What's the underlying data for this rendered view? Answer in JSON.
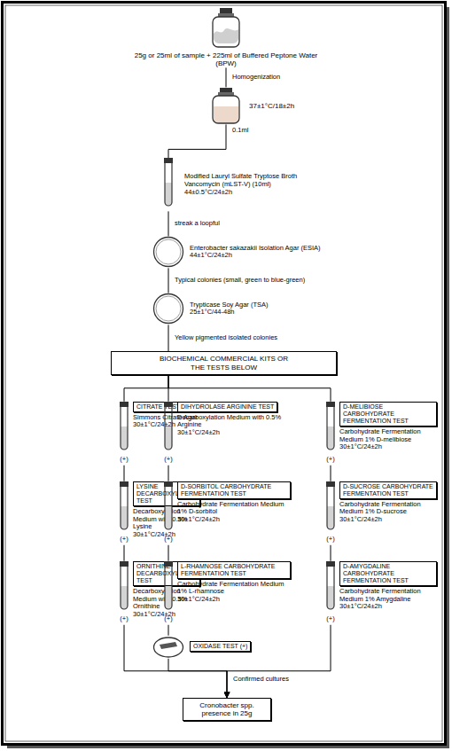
{
  "diagram": {
    "nodes": [
      {
        "text": [
          "25g or 25ml of sample + 225ml of Buffered Peptone Water (BPW)"
        ]
      },
      {
        "text": [
          "37±1°C/18±2h"
        ]
      },
      {
        "text": [
          "Modified Lauryl Sulfate Tryptose Broth Vancomycin (mLST-V) (10ml)",
          "44±0.5°C/24±2h"
        ]
      },
      {
        "text": [
          "Enterobacter sakazakii Isolation Agar (ESIA)",
          "44±1°C/24±2h"
        ]
      },
      {
        "text": [
          "Trypticase Soy Agar (TSA)",
          "25±1°C/44-48h"
        ]
      },
      {
        "text": [
          "BIOCHEMICAL COMMERCIAL KITS OR THE TESTS BELOW"
        ]
      },
      {
        "text": [
          "CITRATE TEST",
          "Simmons Citrate Agar",
          "30±1°C/24±2h",
          "(+)"
        ]
      },
      {
        "text": [
          "LYSINE DECARBOXYLASE TEST",
          "Decarboxylation Medium with 0.5% Lysine",
          "30±1°C/24±2h",
          "(+)"
        ]
      },
      {
        "text": [
          "ORNITHINE DECARBOXYLASE TEST",
          "Decarboxylation Medium with 0.5% Ornithine",
          "30±1°C/24±2h",
          "(+)"
        ]
      },
      {
        "text": [
          "DIHYDROLASE ARGININE TEST",
          "Decarboxylation Medium with 0.5% Arginine",
          "30±1°C/24±2h",
          "(+)"
        ]
      },
      {
        "text": [
          "D-SORBITOL CARBOHYDRATE FERMENTATION TEST",
          "Carbohydrate Fermentation Medium 1% D-sorbitol",
          "30±1°C/24±2h",
          "(+)"
        ]
      },
      {
        "text": [
          "L-RHAMNOSE CARBOHYDRATE FERMENTATION TEST",
          "Carbohydrate Fermentation Medium 1% L-rhamnose",
          "30±1°C/24±2h",
          "(+)"
        ]
      },
      {
        "text": [
          "D-MELIBIOSE CARBOHYDRATE FERMENTATION TEST",
          "Carbohydrate Fermentation Medium 1% D-melibiose",
          "30±1°C/24±2h",
          "(+)"
        ]
      },
      {
        "text": [
          "D-SUCROSE CARBOHYDRATE FERMENTATION TEST",
          "Carbohydrate Fermentation Medium 1% D-sucrose",
          "30±1°C/24±2h",
          "(+)"
        ]
      },
      {
        "text": [
          "D-AMYGDALINE CARBOHYDRATE FERMENTATION TEST",
          "Carbohydrate Fermentation Medium 1% Amygdaline",
          "30±1°C/24±2h",
          "(+)"
        ]
      },
      {
        "text": [
          "OXIDASE TEST (+)"
        ]
      },
      {
        "text": [
          "Cronobacter spp. presence in 25g"
        ]
      }
    ],
    "edges": [
      {
        "from": 0,
        "to": 1,
        "arrow": "none",
        "label": "Homogenization"
      },
      {
        "from": 1,
        "to": 2,
        "arrow": "none",
        "label": "0.1ml"
      },
      {
        "from": 2,
        "to": 3,
        "arrow": "none",
        "label": "streak a loopful"
      },
      {
        "from": 3,
        "to": 4,
        "arrow": "none",
        "label": "Typical colonies (small, green to blue-green)"
      },
      {
        "from": 4,
        "to": 5,
        "arrow": "none",
        "label": "Yellow pigmented isolated colonies"
      },
      {
        "from": 5,
        "to": 6,
        "arrow": "none"
      },
      {
        "from": 5,
        "to": 9,
        "arrow": "none"
      },
      {
        "from": 5,
        "to": 12,
        "arrow": "none"
      },
      {
        "from": 6,
        "to": 7,
        "arrow": "none"
      },
      {
        "from": 7,
        "to": 8,
        "arrow": "none"
      },
      {
        "from": 9,
        "to": 10,
        "arrow": "none"
      },
      {
        "from": 10,
        "to": 11,
        "arrow": "none"
      },
      {
        "from": 12,
        "to": 13,
        "arrow": "none"
      },
      {
        "from": 13,
        "to": 14,
        "arrow": "none"
      },
      {
        "from": 11,
        "to": 15,
        "arrow": "none"
      },
      {
        "from": 8,
        "to": 16,
        "arrow": "to"
      },
      {
        "from": 15,
        "to": 16,
        "arrow": "to",
        "label": "Confirmed cultures"
      },
      {
        "from": 14,
        "to": 16,
        "arrow": "to"
      }
    ]
  }
}
